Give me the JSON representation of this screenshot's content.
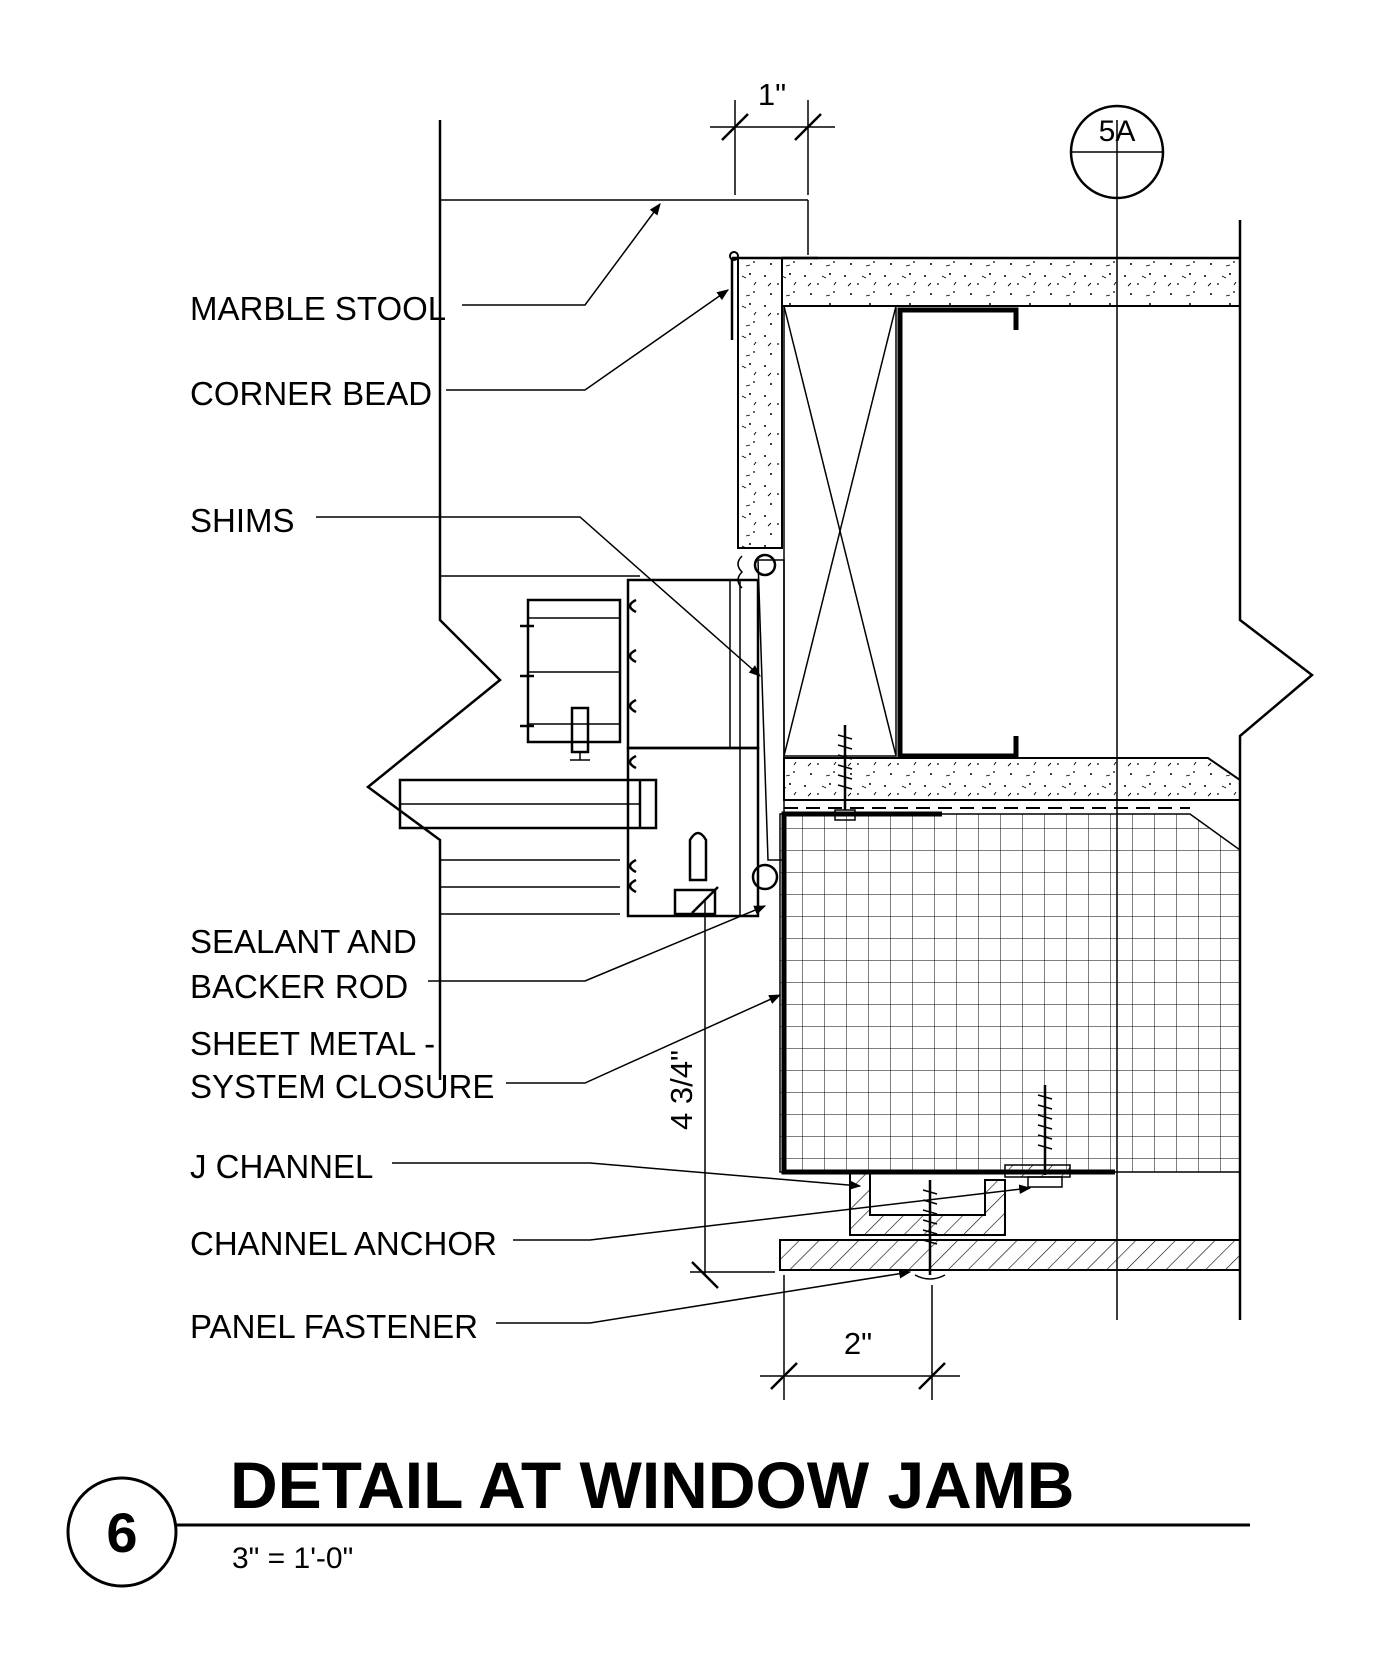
{
  "labels": {
    "marble_stool": "MARBLE STOOL",
    "corner_bead": "CORNER BEAD",
    "shims": "SHIMS",
    "sealant_line1": "SEALANT AND",
    "sealant_line2": "BACKER ROD",
    "sheet_metal_line1": "SHEET METAL -",
    "sheet_metal_line2": "SYSTEM CLOSURE",
    "j_channel": "J CHANNEL",
    "channel_anchor": "CHANNEL ANCHOR",
    "panel_fastener": "PANEL FASTENER"
  },
  "dimensions": {
    "top": "1\"",
    "vertical": "4 3/4\"",
    "bottom": "2\""
  },
  "grid_bubble": "5A",
  "title_block": {
    "number": "6",
    "title": "DETAIL AT WINDOW JAMB",
    "scale": "3\" = 1'-0\""
  }
}
